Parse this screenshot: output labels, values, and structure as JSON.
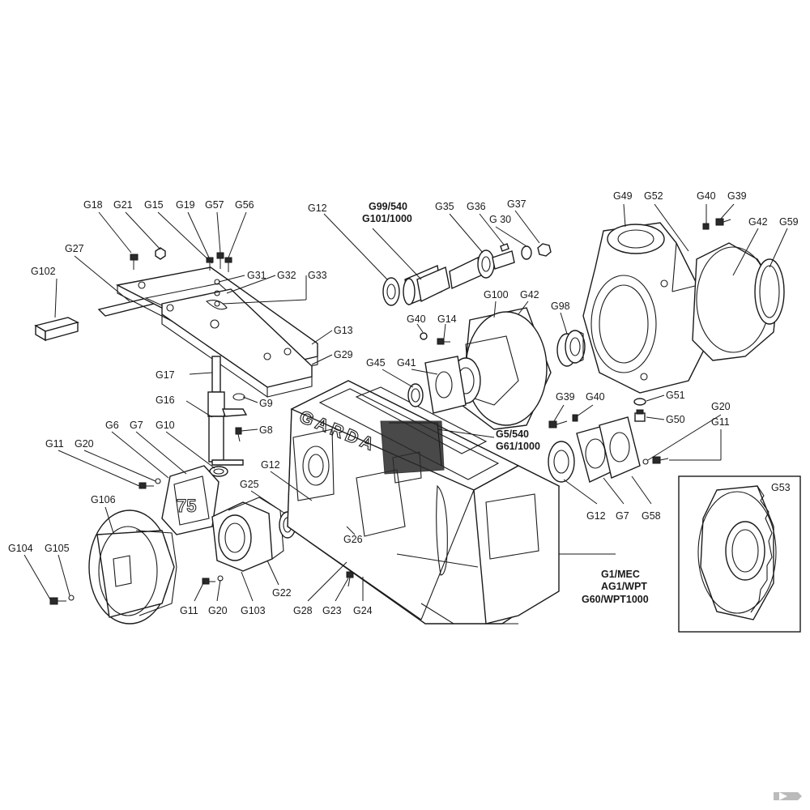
{
  "labels": {
    "G18": "G18",
    "G21": "G21",
    "G15": "G15",
    "G19": "G19",
    "G57": "G57",
    "G56": "G56",
    "G27": "G27",
    "G102": "G102",
    "G31": "G31",
    "G32": "G32",
    "G33": "G33",
    "G13": "G13",
    "G29": "G29",
    "G17": "G17",
    "G16": "G16",
    "G9": "G9",
    "G8": "G8",
    "G6": "G6",
    "G7a": "G7",
    "G10": "G10",
    "G11a": "G11",
    "G20a": "G20",
    "G106": "G106",
    "G104": "G104",
    "G105": "G105",
    "G25": "G25",
    "G12a": "G12",
    "G11b": "G11",
    "G20b": "G20",
    "G103": "G103",
    "G22": "G22",
    "G26": "G26",
    "G28": "G28",
    "G23": "G23",
    "G24": "G24",
    "G12b": "G12",
    "G99": "G99/540",
    "G101": "G101/1000",
    "G35": "G35",
    "G36": "G36",
    "G30": "G 30",
    "G37": "G37",
    "G100": "G100",
    "G42a": "G42",
    "G40a": "G40",
    "G14": "G14",
    "G45": "G45",
    "G41": "G41",
    "G98": "G98",
    "G49": "G49",
    "G52": "G52",
    "G40b": "G40",
    "G39a": "G39",
    "G42b": "G42",
    "G59": "G59",
    "G51": "G51",
    "G50": "G50",
    "G39b": "G39",
    "G40c": "G40",
    "G20c": "G20",
    "G11c": "G11",
    "G5": "G5/540",
    "G61": "G61/1000",
    "G12c": "G12",
    "G7b": "G7",
    "G58": "G58",
    "G53": "G53",
    "G1": "G1/MEC",
    "AG1": "AG1/WPT",
    "G60": "G60/WPT1000"
  },
  "stamps": {
    "garda": "GARDA",
    "model": "75"
  }
}
